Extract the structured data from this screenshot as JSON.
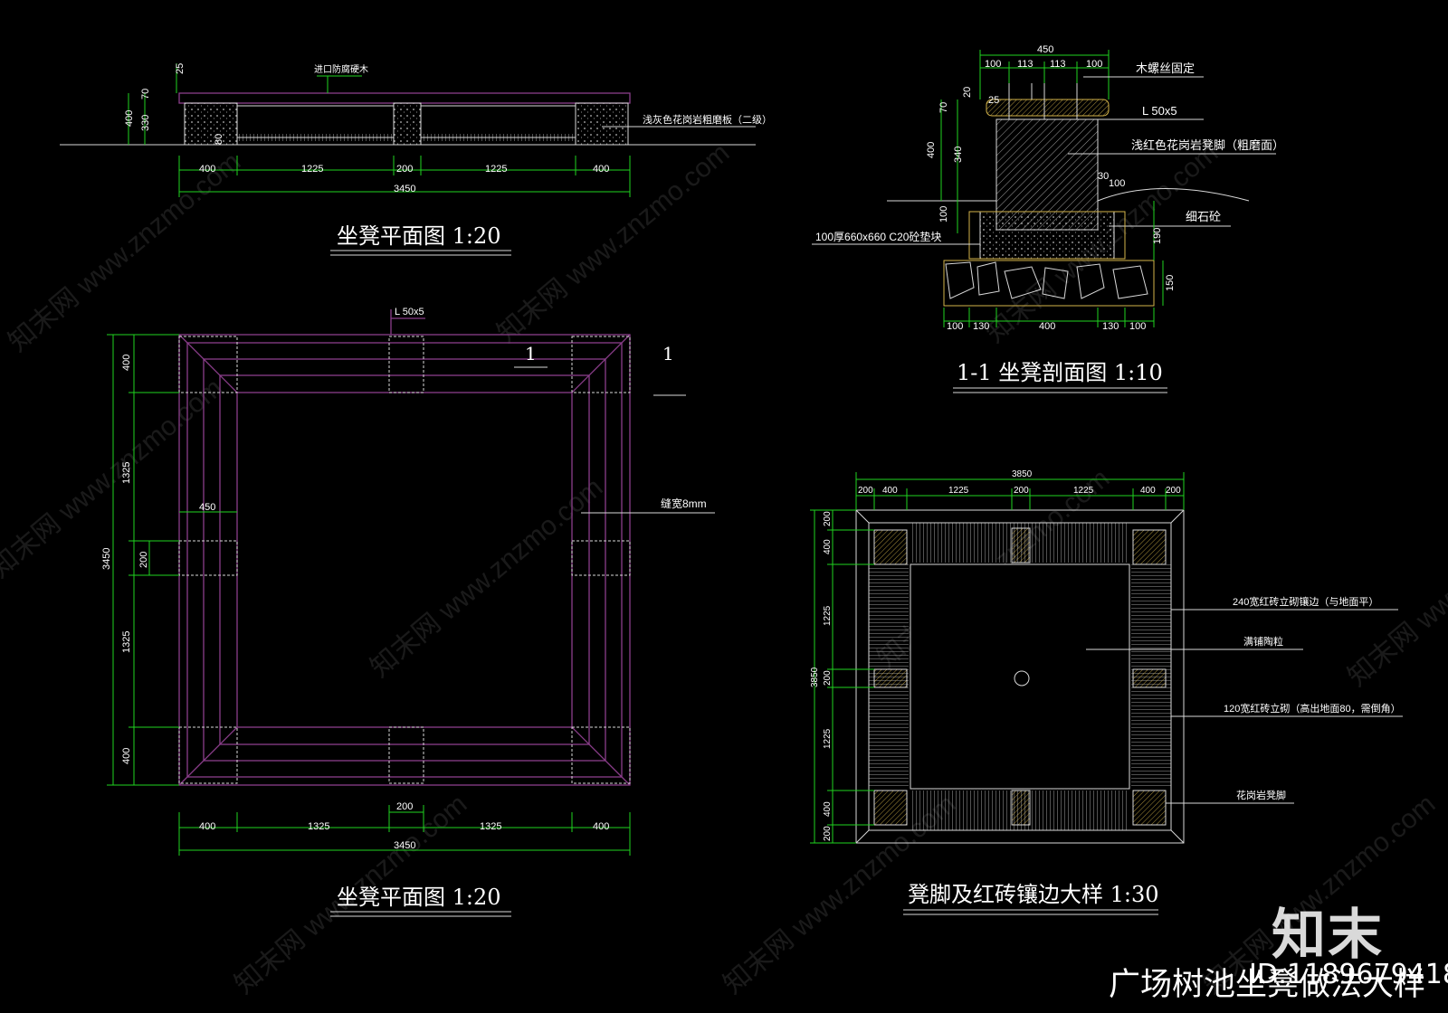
{
  "watermark": "知末网 www.znzmo.com",
  "brand": {
    "logo_text": "知末",
    "caption": "广场树池坐凳做法大样",
    "id_text": "ID:1189679418"
  },
  "colors": {
    "background": "#000000",
    "dim": "#1fd31f",
    "outline": "#8a3d8a",
    "ink": "#d8d8d8",
    "hatch": "#d4b44a"
  },
  "drawing1": {
    "title": "坐凳平面图  1:20",
    "note_top": "进口防腐硬木",
    "note_right": "浅灰色花岗岩粗磨板（二级）",
    "dims_left": [
      "25",
      "70",
      "400",
      "330",
      "80"
    ],
    "dims_bottom": [
      "400",
      "1225",
      "200",
      "1225",
      "400"
    ],
    "dim_total": "3450"
  },
  "drawing2": {
    "title": "1-1 坐凳剖面图  1:10",
    "dims_top_total": "450",
    "dims_top": [
      "100",
      "113",
      "113",
      "100"
    ],
    "labels": [
      "木螺丝固定",
      "L 50x5",
      "浅红色花岗岩凳脚（粗磨面）",
      "细石砼",
      "100厚660x660 C20砼垫块"
    ],
    "dims_left": [
      "70",
      "400",
      "340",
      "100"
    ],
    "dims_right": [
      "30",
      "100",
      "190",
      "150"
    ],
    "dims_bottom": [
      "100",
      "130",
      "400",
      "130",
      "100"
    ],
    "misc_small": [
      "20",
      "25"
    ]
  },
  "drawing3": {
    "title": "坐凳平面图  1:20",
    "angle_label": "L 50x5",
    "section_mark": "1",
    "gap_label": "缝宽8mm",
    "dims_left": [
      "400",
      "1325",
      "3450",
      "200",
      "1325",
      "400"
    ],
    "dim_inner": "450",
    "dim_mid": "200",
    "dims_bottom": [
      "400",
      "1325",
      "1325",
      "400"
    ],
    "dim_total": "3450"
  },
  "drawing4": {
    "title": "凳脚及红砖镶边大样  1:30",
    "dim_total": "3850",
    "dims_top": [
      "200",
      "400",
      "1225",
      "200",
      "1225",
      "400",
      "200"
    ],
    "dims_left": [
      "200",
      "400",
      "1225",
      "200",
      "1225",
      "400",
      "200"
    ],
    "labels": [
      "240宽红砖立砌镶边（与地面平）",
      "满铺陶粒",
      "120宽红砖立砌（高出地面80，需倒角）",
      "花岗岩凳脚"
    ]
  }
}
